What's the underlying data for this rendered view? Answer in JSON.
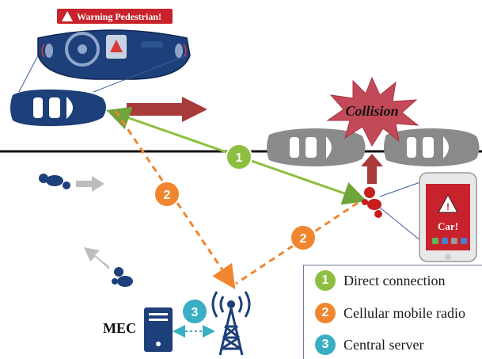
{
  "warning_banner": "Warning Pedestrian!",
  "collision_label": "Collision",
  "phone_alert": "Car!",
  "mec_label": "MEC",
  "markers": {
    "direct": "1",
    "cellular_top": "2",
    "cellular_bottom": "2",
    "server": "3"
  },
  "legend": {
    "items": [
      {
        "number": "1",
        "label": "Direct connection",
        "color": "#8cbf3f"
      },
      {
        "number": "2",
        "label": "Cellular mobile radio",
        "color": "#f0862f"
      },
      {
        "number": "3",
        "label": "Central server",
        "color": "#3aaec2"
      }
    ]
  },
  "colors": {
    "car_blue": "#1d3f7a",
    "car_gray": "#8a8a8a",
    "arrow_red": "#a83a3a",
    "direct_line": "#8cbf3f",
    "cellular_line": "#f0862f",
    "collision_star": "#c24a58"
  }
}
